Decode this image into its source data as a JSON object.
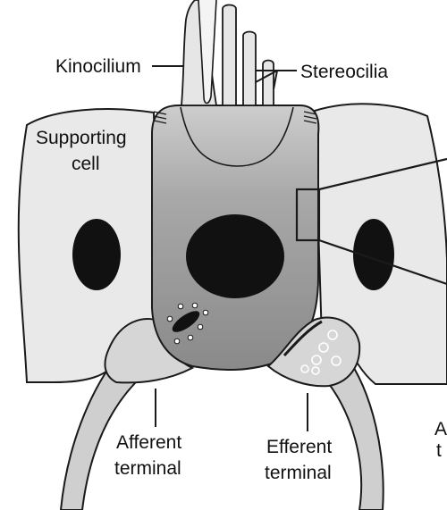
{
  "labels": {
    "kinocilium": "Kinocilium",
    "stereocilia": "Stereocilia",
    "supporting_cell_line1": "Supporting",
    "supporting_cell_line2": "cell",
    "afferent_line1": "Afferent",
    "afferent_line2": "terminal",
    "efferent_line1": "Efferent",
    "efferent_line2": "terminal",
    "cut_right_1": "A",
    "cut_right_2": "t"
  },
  "colors": {
    "supporting_cell_fill": "#e9e9e9",
    "hair_cell_fill": "#9a9a9a",
    "hair_cell_top_fill": "#c4c4c4",
    "terminal_fill": "#cfcfcf",
    "nucleus_fill": "#111111",
    "outline": "#1a1a1a"
  }
}
